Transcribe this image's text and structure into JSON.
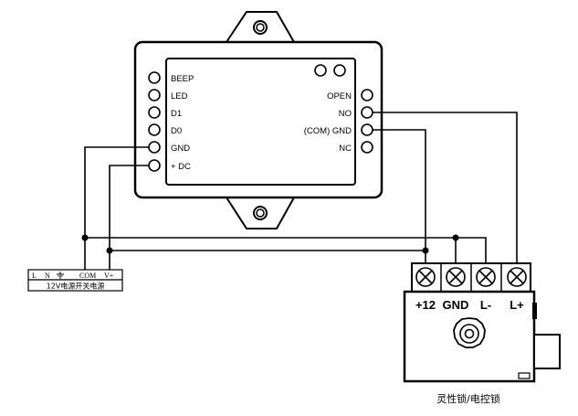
{
  "controller": {
    "left_terminals": [
      "BEEP",
      "LED",
      "D1",
      "D0",
      "GND",
      "+ DC"
    ],
    "right_terminals": [
      "OPEN",
      "NO",
      "(COM) GND",
      "NC"
    ]
  },
  "power_supply": {
    "terminals": [
      "L",
      "N",
      "⏚",
      "COM",
      "V+"
    ],
    "caption": "12V电源开关电源"
  },
  "lock": {
    "terminals": [
      "+12",
      "GND",
      "L-",
      "L+"
    ],
    "caption": "灵性锁/电控锁"
  }
}
